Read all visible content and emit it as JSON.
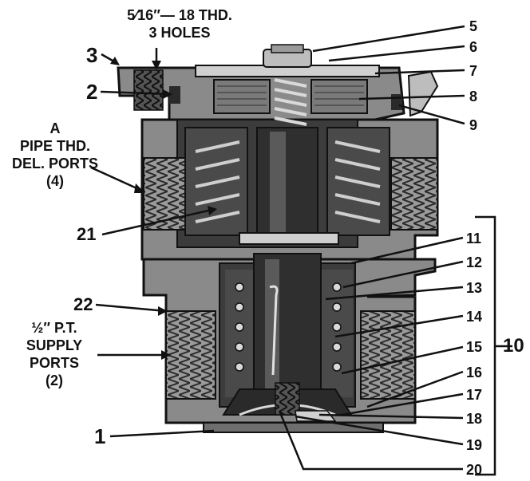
{
  "notes": {
    "top_thread": [
      "5⁄16″— 18 THD.",
      "3 HOLES"
    ],
    "delivery_ports": [
      "A",
      "PIPE THD.",
      "DEL. PORTS",
      "(4)"
    ],
    "supply_ports": [
      "½″ P.T.",
      "SUPPLY",
      "PORTS",
      "(2)"
    ]
  },
  "callouts": {
    "c1": "1",
    "c2": "2",
    "c3": "3",
    "c5": "5",
    "c6": "6",
    "c7": "7",
    "c8": "8",
    "c9": "9",
    "c10": "10",
    "c11": "11",
    "c12": "12",
    "c13": "13",
    "c14": "14",
    "c15": "15",
    "c16": "16",
    "c17": "17",
    "c18": "18",
    "c19": "19",
    "c20": "20",
    "c21": "21",
    "c22": "22"
  },
  "colors": {
    "body_fill": "#8a8a8a",
    "cavity_fill": "#3c3c3c",
    "dark_part": "#2a2a2a",
    "light_part": "#d9d9d9",
    "line": "#111111",
    "background": "#ffffff"
  }
}
